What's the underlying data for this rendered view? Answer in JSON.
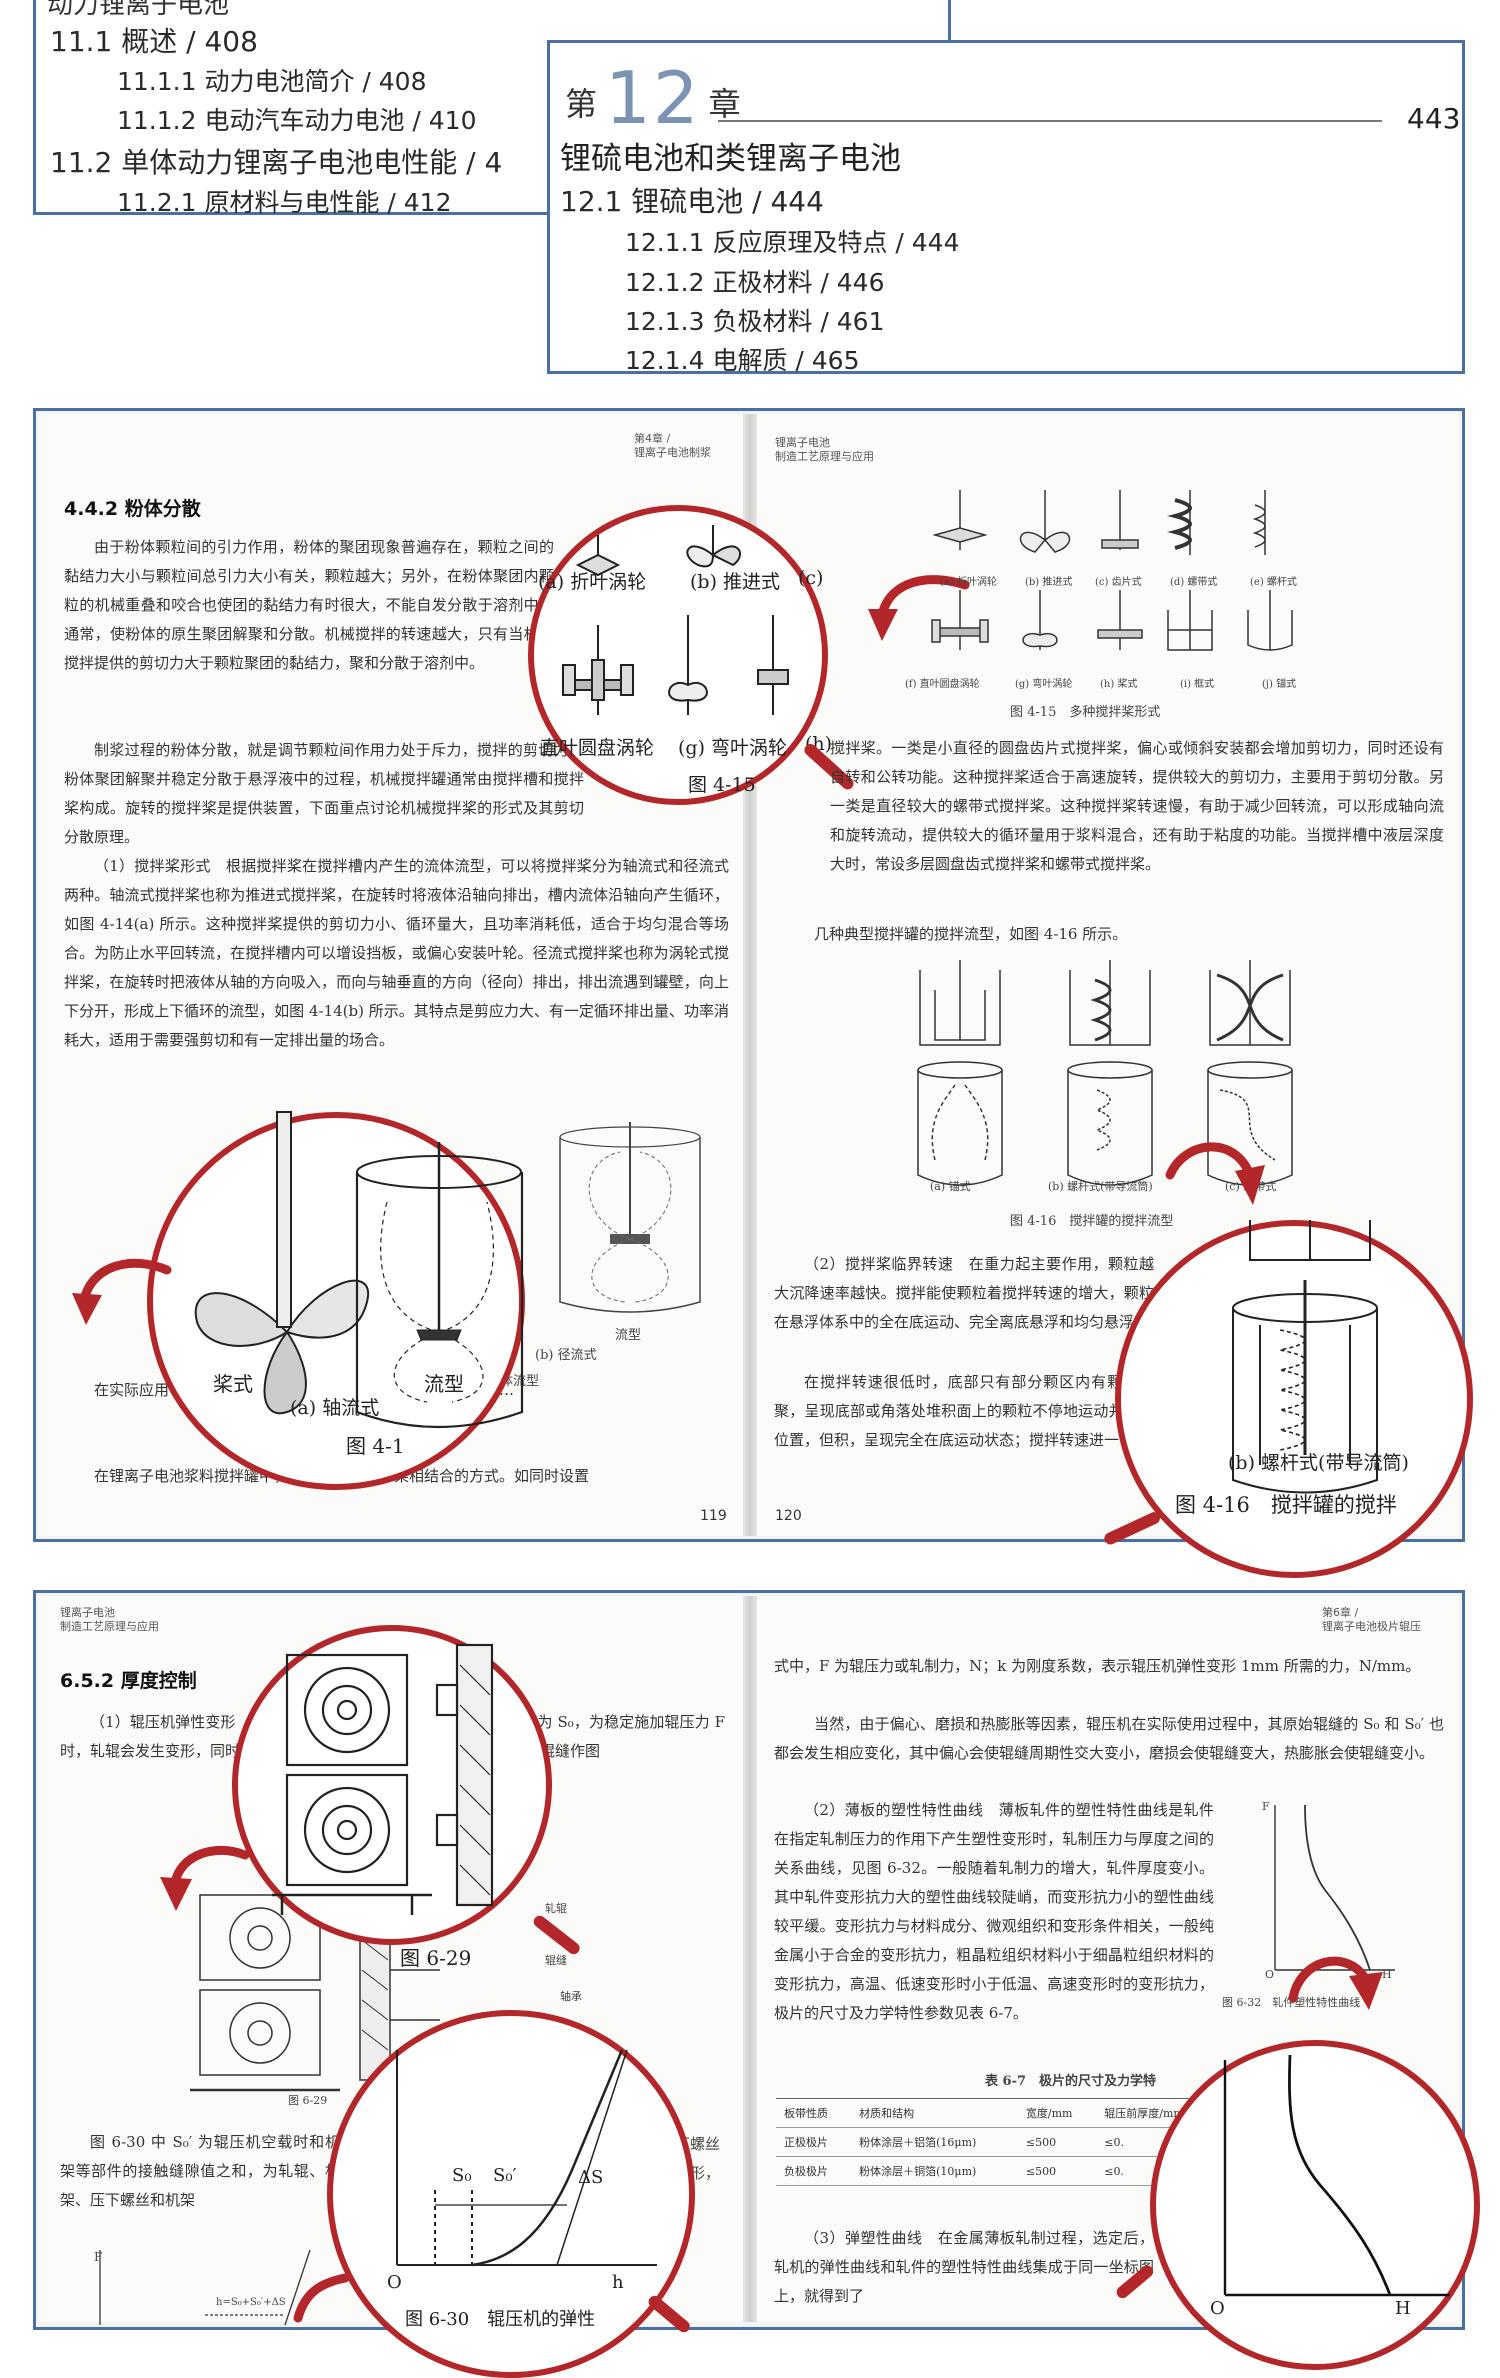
{
  "toc_left": {
    "top_fragment": "动力锂离子电池",
    "lines": [
      "11.1  概述  /  408",
      "11.1.1  动力电池简介  /  408",
      "11.1.2  电动汽车动力电池  /  410",
      "11.2  单体动力锂离子电池电性能  /  4",
      "11.2.1  原材料与电性能  /  412"
    ]
  },
  "toc_right": {
    "chapter_prefix": "第",
    "chapter_number": "12",
    "chapter_suffix": "章",
    "chapter_page": "443",
    "chapter_title": "锂硫电池和类锂离子电池",
    "lines": [
      "12.1  锂硫电池  /  444",
      "12.1.1  反应原理及特点  /  444",
      "12.1.2  正极材料  /  446",
      "12.1.3  负极材料  /  461",
      "12.1.4  电解质  /  465"
    ]
  },
  "spread1": {
    "left_running_head": [
      "第4章  /",
      "锂离子电池制浆"
    ],
    "right_running_head": [
      "锂离子电池",
      "制造工艺原理与应用"
    ],
    "section_title": "4.4.2  粉体分散",
    "left_paragraphs": [
      "由于粉体颗粒间的引力作用，粉体的聚团现象普遍存在，颗粒之间的黏结力大小与颗粒间总引力大小有关，颗粒越大；另外，在粉体聚团内颗粒的机械重叠和咬合也使团的黏结力有时很大，不能自发分散于溶剂中。通常，使粉体的原生聚团解聚和分散。机械搅拌的转速越大，只有当机械搅拌提供的剪切力大于颗粒聚团的黏结力，聚和分散于溶剂中。",
      "制浆过程的粉体分散，就是调节颗粒间作用力处于斥力，搅拌的剪切力使粉体聚团解聚并稳定分散于悬浮液中的过程，机械搅拌罐通常由搅拌槽和搅拌桨构成。旋转的搅拌桨是提供装置，下面重点讨论机械搅拌桨的形式及其剪切分散原理。",
      "（1）搅拌桨形式　根据搅拌桨在搅拌槽内产生的流体流型，可以将搅拌桨分为轴流式和径流式两种。轴流式搅拌桨也称为推进式搅拌桨，在旋转时将液体沿轴向排出，槽内流体沿轴向产生循环，如图 4-14(a) 所示。这种搅拌桨提供的剪切力小、循环量大，且功率消耗低，适合于均匀混合等场合。为防止水平回转流，在搅拌槽内可以增设挡板，或偏心安装叶轮。径流式搅拌桨也称为涡轮式搅拌桨，在旋转时把液体从轴的方向吸入，而向与轴垂直的方向（径向）排出，排出流遇到罐壁，向上下分开，形成上下循环的流型，如图 4-14(b) 所示。其特点是剪应力大、有一定循环排出量、功率消耗大，适用于需要强剪切和有一定排出量的场合。",
      "在实际应用中，式多数介于二者之间，桨有刮壁功能，防止……",
      "在锂离子电池浆料搅拌罐中，常使用多种搅拌桨相结合的方式。如同时设置"
    ],
    "left_page_number": "119",
    "right_page_number": "120",
    "mag1_labels": [
      "(a) 折叶涡轮",
      "(b) 推进式",
      "(c)",
      "直叶圆盘涡轮",
      "(g) 弯叶涡轮",
      "(h)",
      "图 4-15"
    ],
    "mag2_labels": [
      "桨式",
      "流型",
      "(a) 轴流式",
      "图 4-1"
    ],
    "fig414_small": [
      "流型",
      "(b) 径流式",
      "体流型"
    ],
    "fig415_small": [
      "(a) 折叶涡轮",
      "(b) 推进式",
      "(c) 齿片式",
      "(d) 螺带式",
      "(e) 螺杆式",
      "(f) 直叶圆盘涡轮",
      "(g) 弯叶涡轮",
      "(h) 桨式",
      "(i) 框式",
      "(j) 锚式"
    ],
    "fig415_caption": "图 4-15　多种搅拌桨形式",
    "right_paragraphs": [
      "搅拌桨。一类是小直径的圆盘齿片式搅拌桨，偏心或倾斜安装都会增加剪切力，同时还设有自转和公转功能。这种搅拌桨适合于高速旋转，提供较大的剪切力，主要用于剪切分散。另一类是直径较大的螺带式搅拌桨。这种搅拌桨转速慢，有助于减少回转流，可以形成轴向流和旋转流动，提供较大的循环量用于浆料混合，还有助于粘度的功能。当搅拌槽中液层深度大时，常设多层圆盘齿式搅拌桨和螺带式搅拌桨。",
      "几种典型搅拌罐的搅拌流型，如图 4-16 所示。"
    ],
    "fig416_small": [
      "(a) 锚式",
      "(b) 螺杆式(带导流筒)",
      "(c) 螺带式"
    ],
    "fig416_caption": "图 4-16　搅拌罐的搅拌流型",
    "right_paragraphs2": [
      "（2）搅拌桨临界转速　在重力起主要作用，颗粒越大沉降速率越快。搅拌能使颗粒着搅拌转速的增大，颗粒在悬浮体系中的全在底运动、完全离底悬浮和均匀悬浮等",
      "在搅拌转速很低时，底部只有部分颗区内有颗粒积聚，呈现底部或角落处堆积面上的颗粒不停地运动并变换位置，但积，呈现完全在底运动状态；搅拌转速进一"
    ],
    "mag3_labels": [
      "(b) 螺杆式(带导流筒)",
      "图 4-16　搅拌罐的搅拌"
    ]
  },
  "spread2": {
    "left_running_head": [
      "锂离子电池",
      "制造工艺原理与应用"
    ],
    "right_running_head": [
      "第6章  /",
      "锂离子电池极片辊压"
    ],
    "section_title": "6.5.2  厚度控制",
    "left_paragraphs": [
      "（1）辊压机弹性变形　参数，受到辊压机各部件接触缝隙影响，可为 S₀，为稳定施加辊压力 F 时，轧辊会发生变形，同时会发生弹性变形，机弹跳或辊跳，将辊压力和辊缝作图"
    ],
    "fig629_labels": [
      "轧辊",
      "辊缝",
      "轴承"
    ],
    "fig629_caption": "图 6-29",
    "left_paragraphs2": [
      "图 6-30 中 S₀′ 为辊压机空载时和机架等部件的接触缝隙值之和，为轧辊、机架、压下螺丝和机架"
    ],
    "left_para_tail": [
      "压下螺丝",
      "变形，"
    ],
    "mag_fig629_caption": "图 6-29",
    "mag_fig630_labels": [
      "S₀",
      "S₀′",
      "ΔS",
      "O",
      "h"
    ],
    "mag_fig630_caption": "图 6-30　辊压机的弹性",
    "small_axis_labels": [
      "F",
      "h=S₀+S₀′+ΔS"
    ],
    "right_paragraphs": [
      "式中，F 为辊压力或轧制力，N；k 为刚度系数，表示辊压机弹性变形 1mm 所需的力，N/mm。",
      "当然，由于偏心、磨损和热膨胀等因素，辊压机在实际使用过程中，其原始辊缝的 S₀ 和 S₀′ 也都会发生相应变化，其中偏心会使辊缝周期性交大变小，磨损会使辊缝变大，热膨胀会使辊缝变小。",
      "（2）薄板的塑性特性曲线　薄板轧件的塑性特性曲线是轧件在指定轧制压力的作用下产生塑性变形时，轧制压力与厚度之间的关系曲线，见图 6-32。一般随着轧制力的增大，轧件厚度变小。其中轧件变形抗力大的塑性曲线较陡峭，而变形抗力小的塑性曲线较平缓。变形抗力与材料成分、微观组织和变形条件相关，一般纯金属小于合金的变形抗力，粗晶粒组织材料小于细晶粒组织材料的变形抗力，高温、低速变形时小于低温、高速变形时的变形抗力，极片的尺寸及力学特性参数见表 6-7。"
    ],
    "fig632_axis": [
      "F",
      "O",
      "H"
    ],
    "fig632_caption": "图 6-32　轧件塑性特性曲线",
    "table_title": "表 6-7　极片的尺寸及力学特",
    "table": {
      "headers": [
        "板带性质",
        "材质和结构",
        "宽度/mm",
        "辊压前厚度/mm"
      ],
      "rows": [
        [
          "正极极片",
          "粉体涂层＋铝箔(16μm)",
          "≤500",
          "≤0."
        ],
        [
          "负极极片",
          "粉体涂层＋铜箔(10μm)",
          "≤500",
          "≤0."
        ]
      ]
    },
    "right_paragraphs2": [
      "（3）弹塑性曲线　在金属薄板轧制过程，选定后，轧机的弹性曲线和轧件的塑性特性曲线集成于同一坐标图上，就得到了"
    ],
    "mag_fig632_axis": [
      "O",
      "H"
    ]
  }
}
